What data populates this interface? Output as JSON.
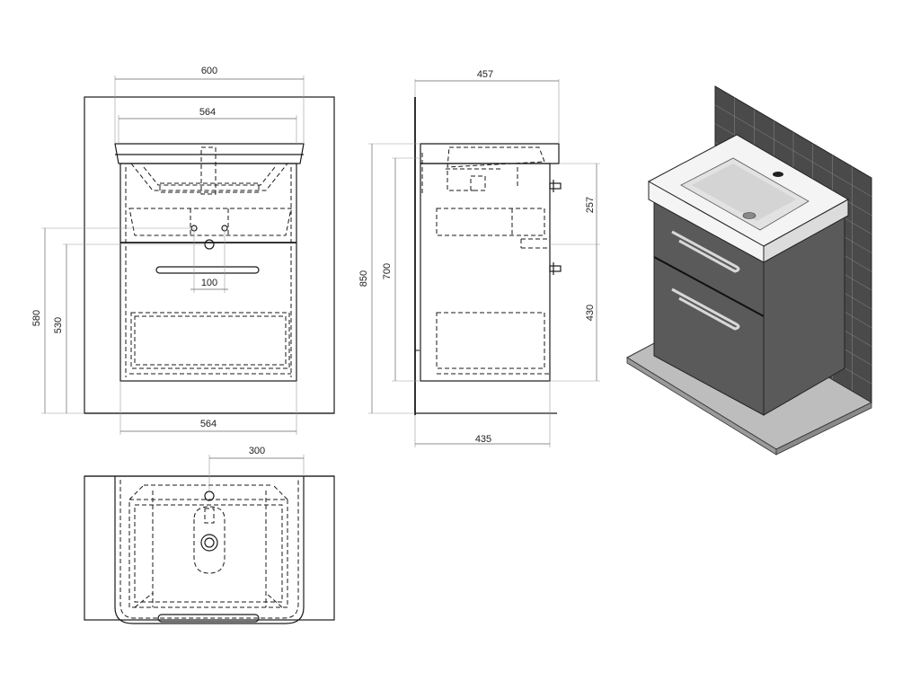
{
  "front_view": {
    "dim_overall_width": "600",
    "dim_basin_inner_width": "564",
    "dim_cabinet_width": "564",
    "dim_height_580": "580",
    "dim_height_530": "530",
    "dim_handle_width": "100"
  },
  "side_view": {
    "dim_overall_depth": "457",
    "dim_cabinet_depth": "435",
    "dim_height_850": "850",
    "dim_height_700": "700",
    "dim_upper_257": "257",
    "dim_lower_430": "430"
  },
  "top_view": {
    "dim_offset_300": "300"
  },
  "render": {
    "wall_color": "#4a4a4a",
    "cabinet_color": "#5a5a5a",
    "floor_color": "#bdbdbd",
    "basin_color": "#f4f4f4"
  }
}
